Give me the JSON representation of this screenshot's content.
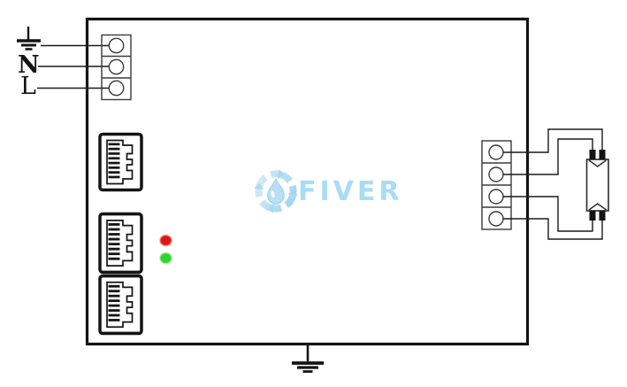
{
  "background": "#ffffff",
  "stroke_color": "#1a1a1a",
  "power_input": {
    "earth_symbol": "earth-ground",
    "neutral_label": "N",
    "line_label": "L",
    "terminal_count": 3
  },
  "ethernet_ports": {
    "count": 3,
    "icon": "rj45-jack"
  },
  "status_leds": [
    {
      "name": "red-led",
      "color": "#e01313"
    },
    {
      "name": "green-led",
      "color": "#2fd32f"
    }
  ],
  "watermark": {
    "text": "FIVER",
    "color": "#a9dcf5",
    "logo": "water-drop-cycle"
  },
  "output": {
    "terminal_count": 4,
    "load": "fluorescent-tube",
    "bottom_symbol": "earth-ground"
  }
}
